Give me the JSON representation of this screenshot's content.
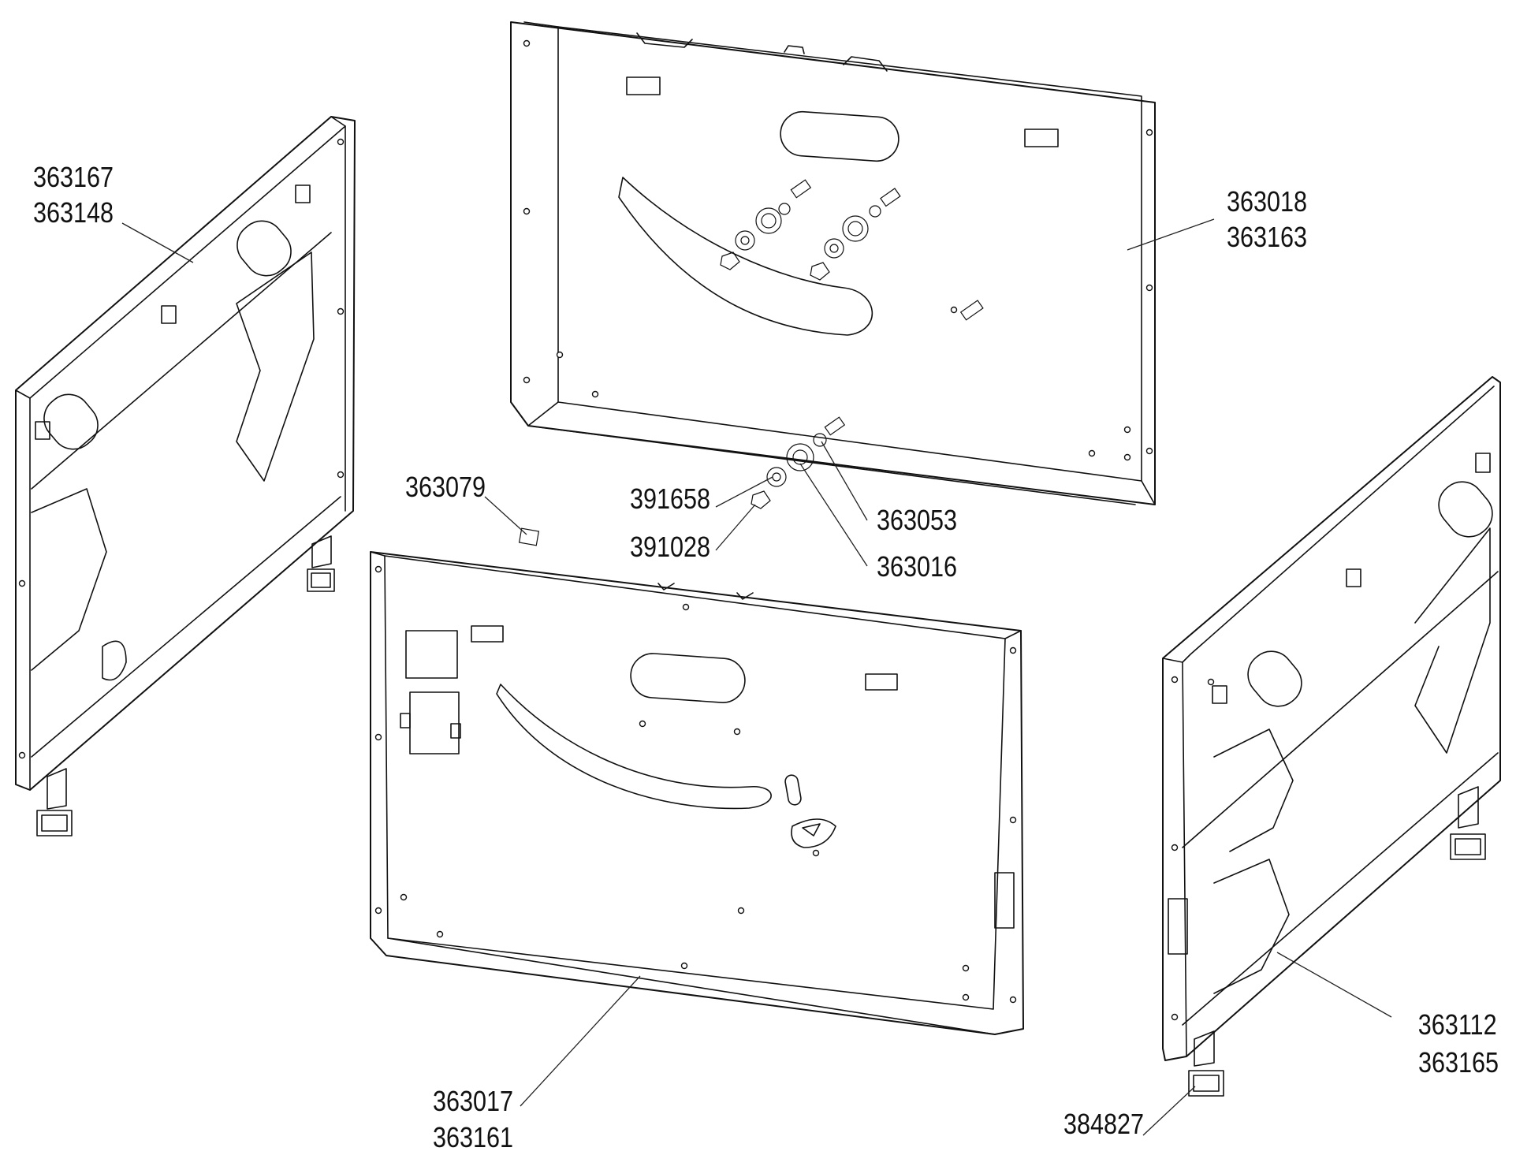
{
  "callouts": [
    {
      "id": "side-left",
      "lines": [
        "363167",
        "363148"
      ]
    },
    {
      "id": "top-panel",
      "lines": [
        "363018",
        "363163"
      ]
    },
    {
      "id": "clip",
      "lines": [
        "363079"
      ]
    },
    {
      "id": "washer",
      "lines": [
        "391658"
      ]
    },
    {
      "id": "nut",
      "lines": [
        "391028"
      ]
    },
    {
      "id": "spacer",
      "lines": [
        "363053"
      ]
    },
    {
      "id": "roller",
      "lines": [
        "363016"
      ]
    },
    {
      "id": "front-panel",
      "lines": [
        "363017",
        "363161"
      ]
    },
    {
      "id": "side-right",
      "lines": [
        "363112",
        "363165"
      ]
    },
    {
      "id": "foot",
      "lines": [
        "384827"
      ]
    }
  ]
}
